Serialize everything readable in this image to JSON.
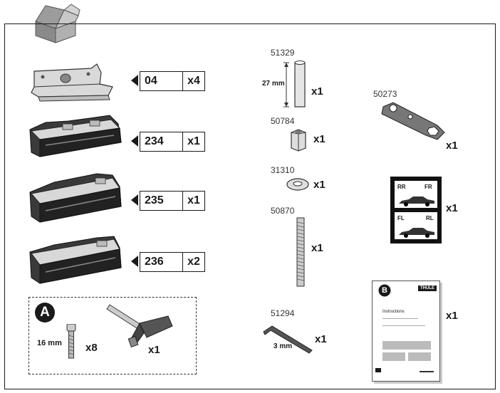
{
  "rows": [
    {
      "code": "04",
      "qty": "x4"
    },
    {
      "code": "234",
      "qty": "x1"
    },
    {
      "code": "235",
      "qty": "x1"
    },
    {
      "code": "236",
      "qty": "x2"
    }
  ],
  "kit_a": {
    "badge": "A",
    "length": "16 mm",
    "bolt_qty": "x8",
    "tool_qty": "x1"
  },
  "parts": {
    "p51329": {
      "code": "51329",
      "length": "27 mm",
      "qty": "x1"
    },
    "p50784": {
      "code": "50784",
      "qty": "x1"
    },
    "p31310": {
      "code": "31310",
      "qty": "x1"
    },
    "p50870": {
      "code": "50870",
      "qty": "x1"
    },
    "p51294": {
      "code": "51294",
      "length": "3 mm",
      "qty": "x1"
    },
    "p50273": {
      "code": "50273",
      "qty": "x1"
    }
  },
  "sticker": {
    "rr": "RR",
    "fr": "FR",
    "fl": "FL",
    "rl": "RL",
    "qty": "x1"
  },
  "manual": {
    "badge": "B",
    "brand": "THULE",
    "heading": "Instructions",
    "qty": "x1"
  }
}
